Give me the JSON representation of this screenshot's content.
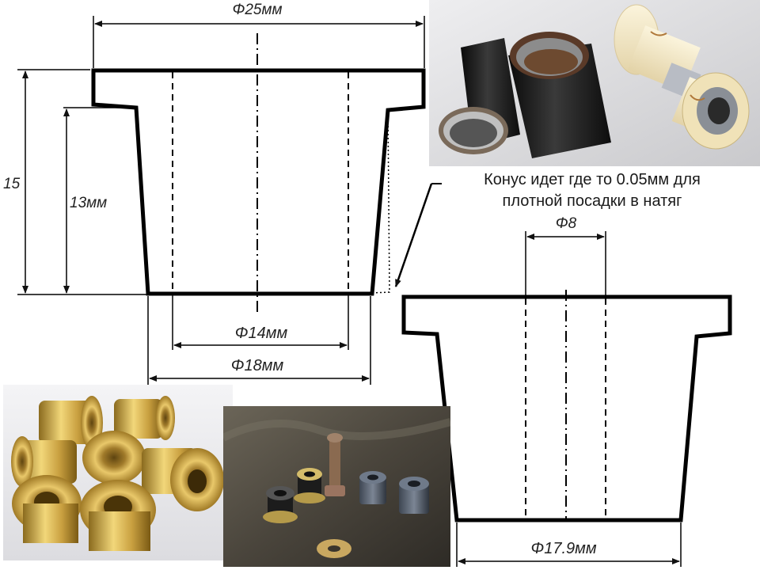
{
  "drawing_main": {
    "outer_diameter": "Φ25мм",
    "total_height": "15",
    "body_height": "13мм",
    "inner_diameter": "Φ14мм",
    "body_diameter": "Φ18мм"
  },
  "drawing_secondary": {
    "bore_diameter": "Φ8",
    "body_diameter": "Φ17.9мм"
  },
  "annotation": {
    "line1": "Конус идет где то 0.05мм для",
    "line2": "плотной посадки в натяг"
  },
  "photos": [
    {
      "subject": "black steel bushings and white plastic bushings"
    },
    {
      "subject": "brass flanged bushings"
    },
    {
      "subject": "bushings, bolt and washer on workbench"
    }
  ]
}
